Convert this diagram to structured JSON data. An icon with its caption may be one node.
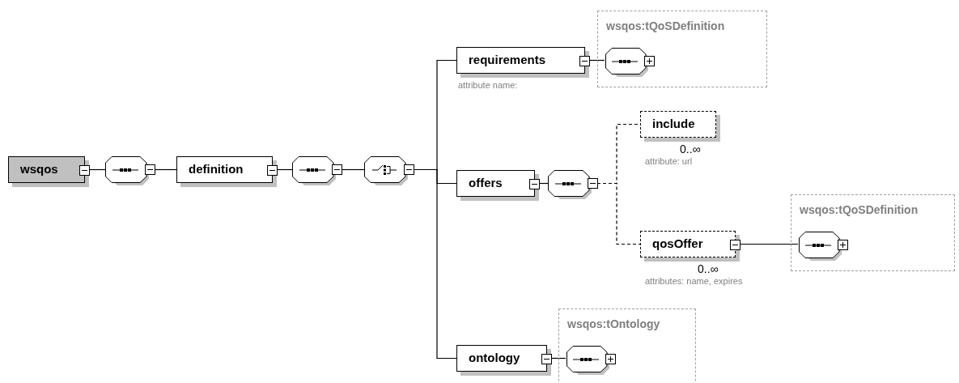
{
  "diagram": {
    "nodes": [
      {
        "text": [
          "wsqos"
        ]
      },
      {
        "text": [],
        "shape": "octagon"
      },
      {
        "text": [
          "definition"
        ]
      },
      {
        "text": [],
        "shape": "octagon"
      },
      {
        "text": [],
        "shape": "octagon"
      },
      {
        "text": [
          "requirements"
        ],
        "beside": [
          "attribute name:"
        ]
      },
      {
        "text": [
          "wsqos:tQoSDefinition"
        ]
      },
      {
        "text": [],
        "shape": "octagon",
        "in": 6
      },
      {
        "text": [
          "offers"
        ]
      },
      {
        "text": [],
        "shape": "octagon"
      },
      {
        "text": [
          "include"
        ],
        "beside": [
          "0..∞",
          "attribute: url"
        ]
      },
      {
        "text": [
          "qosOffer"
        ],
        "beside": [
          "0..∞",
          "attributes: name, expires"
        ]
      },
      {
        "text": [
          "wsqos:tQoSDefinition"
        ]
      },
      {
        "text": [],
        "shape": "octagon",
        "in": 12
      },
      {
        "text": [
          "ontology"
        ]
      },
      {
        "text": [
          "wsqos:tOntology"
        ]
      },
      {
        "text": [],
        "shape": "octagon",
        "in": 15
      }
    ],
    "edges": [
      {
        "from": 0,
        "to": 1,
        "arrow": "none"
      },
      {
        "from": 1,
        "to": 2,
        "arrow": "none"
      },
      {
        "from": 2,
        "to": 3,
        "arrow": "none"
      },
      {
        "from": 3,
        "to": 4,
        "arrow": "none"
      },
      {
        "from": 4,
        "to": 5,
        "arrow": "none"
      },
      {
        "from": 4,
        "to": 8,
        "arrow": "none"
      },
      {
        "from": 4,
        "to": 14,
        "arrow": "none"
      },
      {
        "from": 5,
        "to": 7,
        "arrow": "none"
      },
      {
        "from": 8,
        "to": 9,
        "arrow": "none"
      },
      {
        "from": 9,
        "to": 10,
        "arrow": "none",
        "style": "dashed"
      },
      {
        "from": 9,
        "to": 11,
        "arrow": "none",
        "style": "dashed"
      },
      {
        "from": 11,
        "to": 13,
        "arrow": "none"
      },
      {
        "from": 14,
        "to": 16,
        "arrow": "none"
      }
    ]
  }
}
